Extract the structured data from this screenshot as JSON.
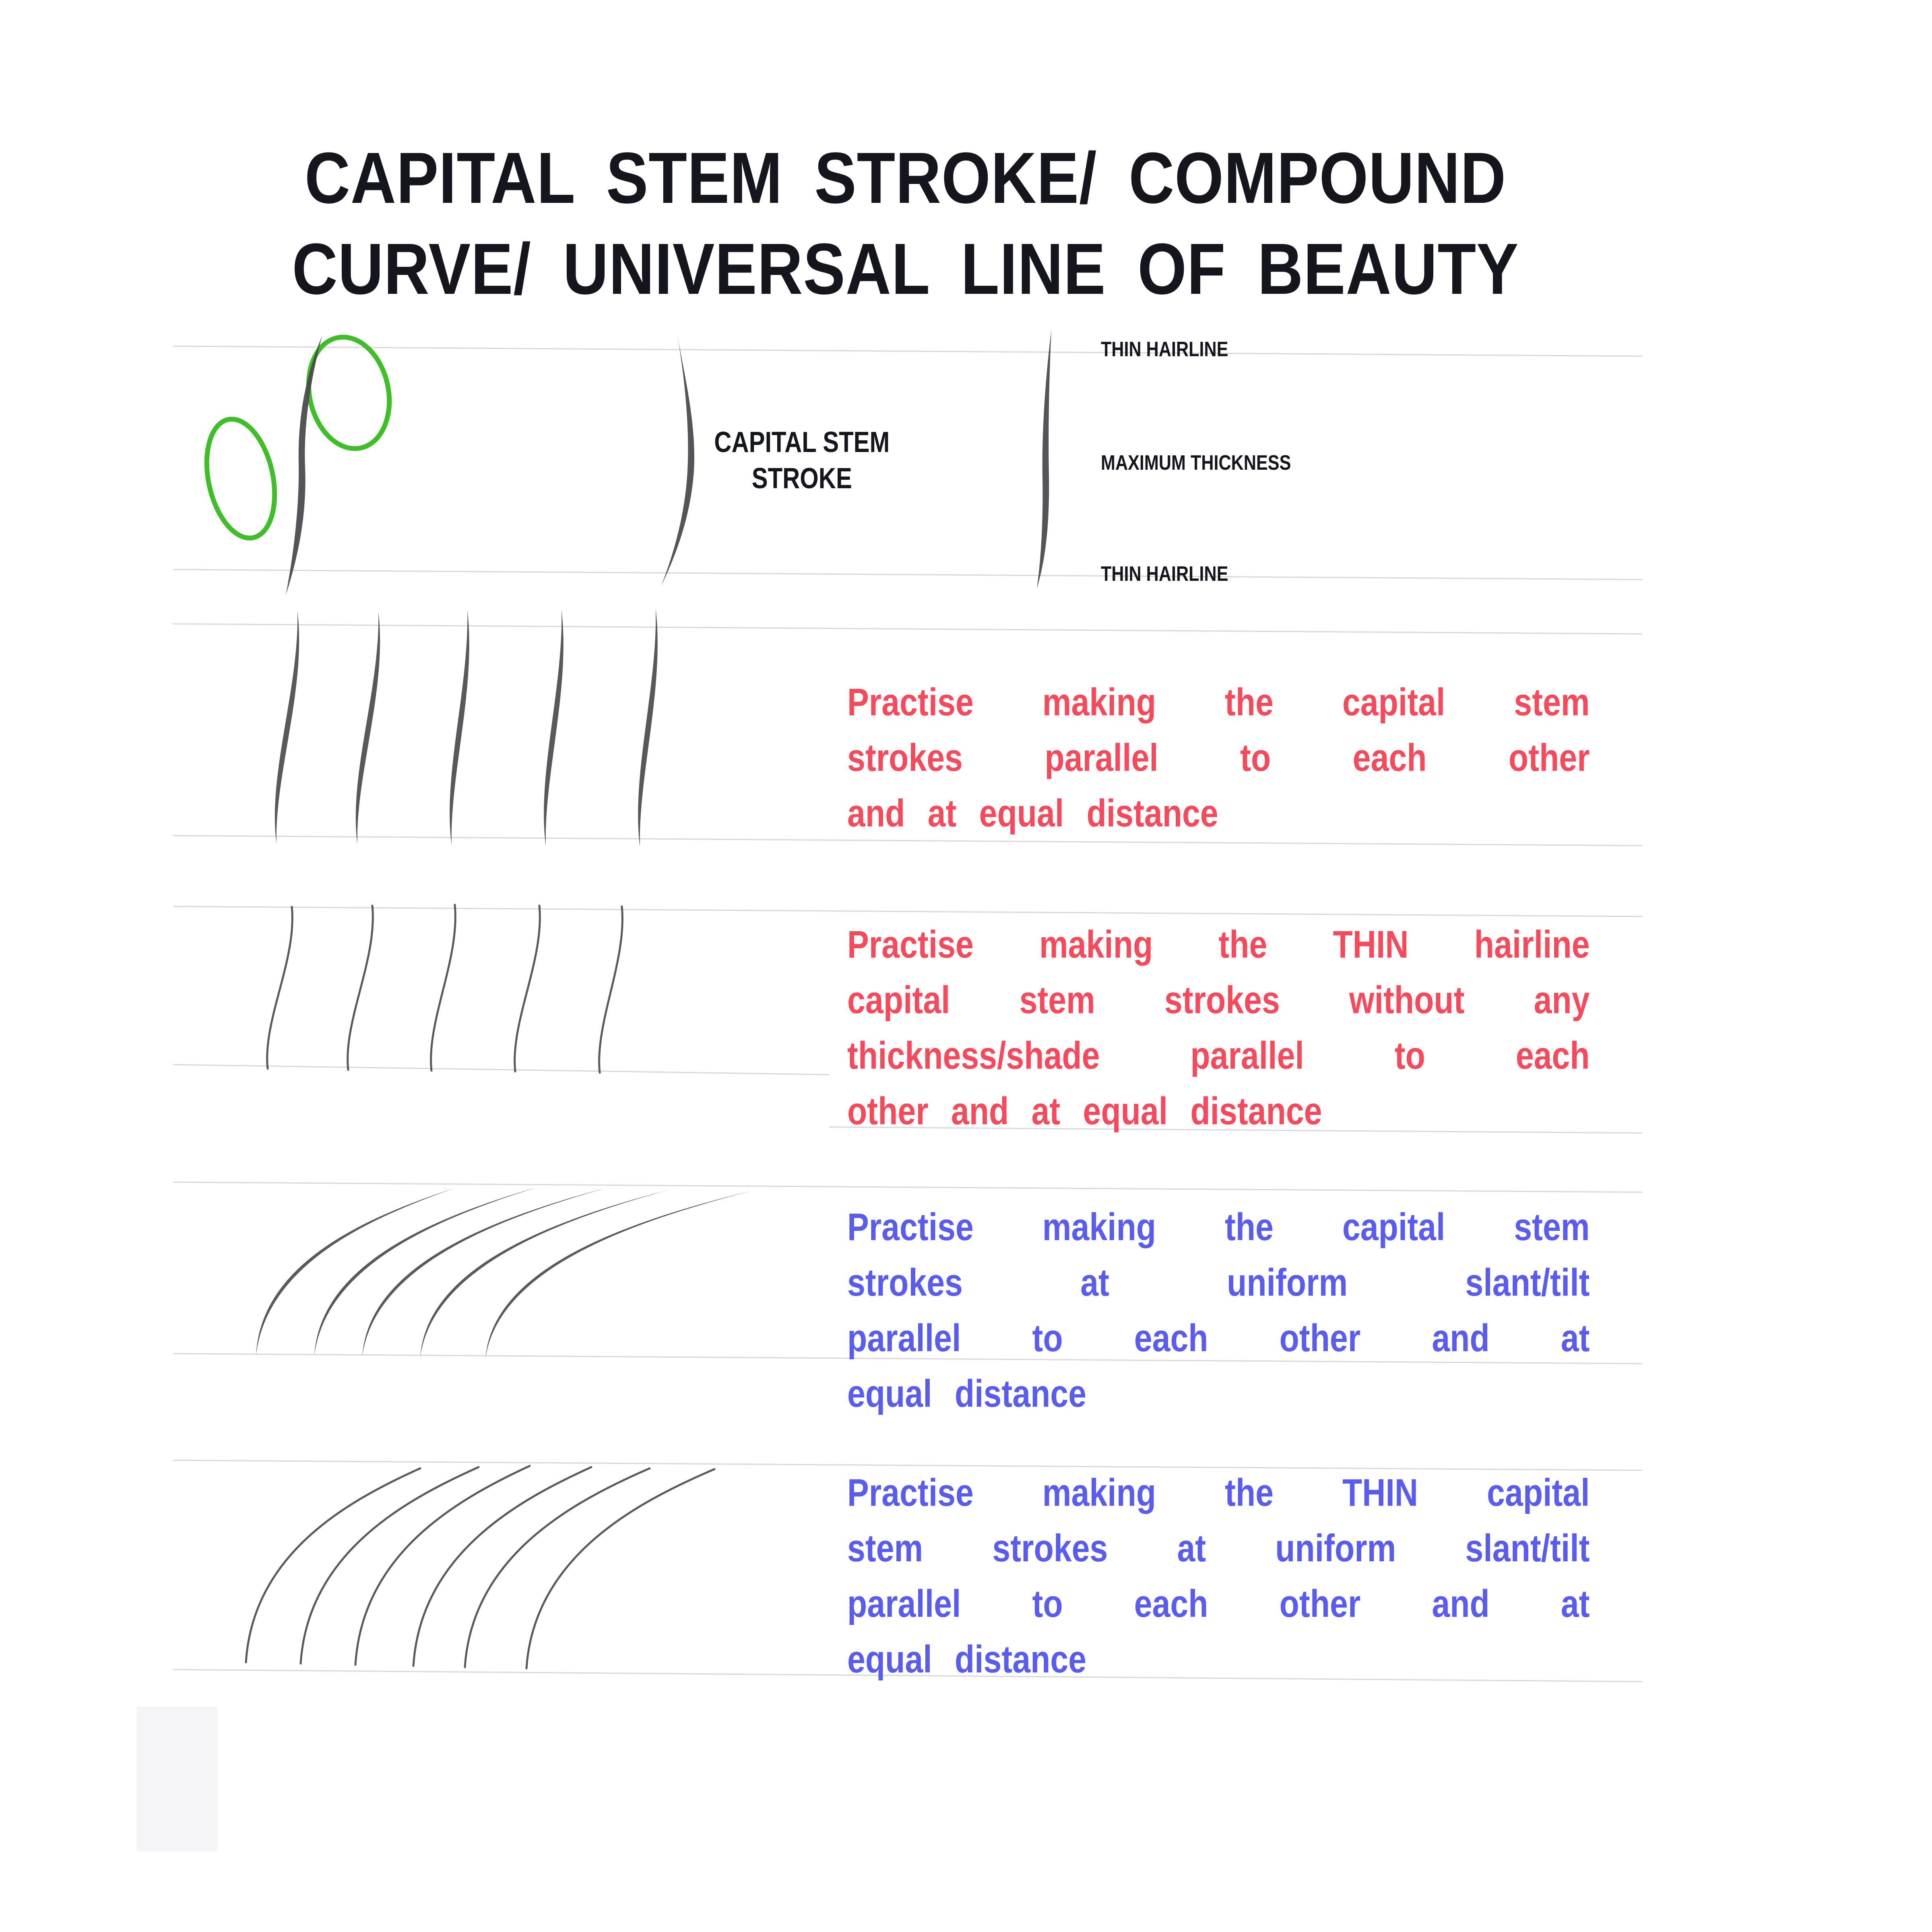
{
  "document_title": {
    "line1": "CAPITAL STEM STROKE/ COMPOUND",
    "line2": "CURVE/ UNIVERSAL LINE OF BEAUTY",
    "color": "#15151d"
  },
  "figure": {
    "stem_label": {
      "line1": "CAPITAL STEM",
      "line2": "STROKE"
    },
    "anatomy_labels": [
      "THIN HAIRLINE",
      "MAXIMUM THICKNESS",
      "THIN HAIRLINE"
    ],
    "guide_ellipse_color": "#41bd2a",
    "ink_color": "#47474b",
    "ruled_line_color": "#b9b9bd"
  },
  "practice_sections": [
    {
      "text_color": "#f5495c",
      "stroke_style": "thick shaded vertical",
      "stroke_count": 5,
      "lines": [
        "Practise making the capital stem",
        "strokes parallel to each other",
        "and at equal distance"
      ]
    },
    {
      "text_color": "#f5495c",
      "stroke_style": "thin hairline vertical",
      "stroke_count": 5,
      "lines": [
        "Practise making the THIN hairline",
        "capital stem strokes without any",
        "thickness/shade parallel to each",
        "other and at equal distance"
      ]
    },
    {
      "text_color": "#5a5cee",
      "stroke_style": "thick shaded slanted",
      "stroke_count": 5,
      "lines": [
        "Practise making the capital stem",
        "strokes at uniform slant/tilt",
        "parallel to each other and at",
        "equal distance"
      ]
    },
    {
      "text_color": "#5a5cee",
      "stroke_style": "thin hairline slanted",
      "stroke_count": 6,
      "lines": [
        "Practise making the THIN capital",
        "stem strokes at uniform slant/tilt",
        "parallel to each other and at",
        "equal distance"
      ]
    }
  ]
}
